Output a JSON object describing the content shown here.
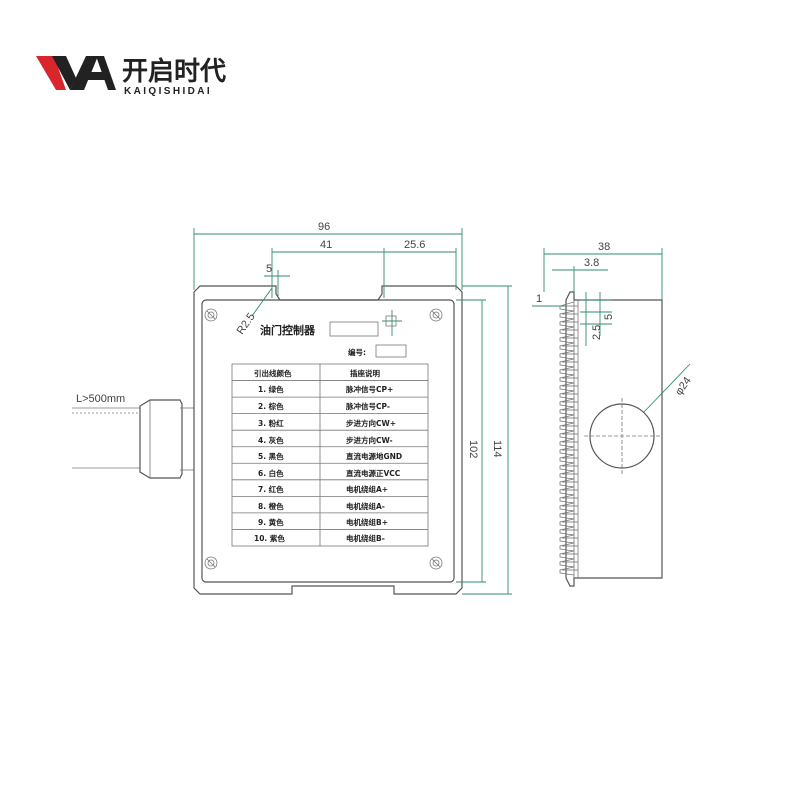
{
  "logo": {
    "name_cn": "开启时代",
    "name_en": "KAIQISHIDAI",
    "accent_color": "#d9262c",
    "dark_color": "#222222"
  },
  "front_view": {
    "title": "油门控制器",
    "number_label": "编号:",
    "cable_label": "L>500mm",
    "corner_radius_label": "R2.5",
    "dimensions": {
      "width": "96",
      "offset_41": "41",
      "offset_25_6": "25.6",
      "offset_5": "5",
      "height_inner": "102",
      "height_outer": "114"
    },
    "table": {
      "headers": [
        "引出线颜色",
        "插座说明"
      ],
      "rows": [
        [
          "1. 绿色",
          "脉冲信号CP+"
        ],
        [
          "2. 棕色",
          "脉冲信号CP-"
        ],
        [
          "3. 粉红",
          "步进方向CW+"
        ],
        [
          "4. 灰色",
          "步进方向CW-"
        ],
        [
          "5. 黑色",
          "直流电源地GND"
        ],
        [
          "6. 白色",
          "直流电源正VCC"
        ],
        [
          "7. 红色",
          "电机绕组A+"
        ],
        [
          "8. 橙色",
          "电机绕组A-"
        ],
        [
          "9. 黄色",
          "电机绕组B+"
        ],
        [
          "10. 紫色",
          "电机绕组B-"
        ]
      ]
    }
  },
  "side_view": {
    "dimensions": {
      "width": "38",
      "offset_3_8": "3.8",
      "offset_1": "1",
      "offset_2_5": "2.5",
      "offset_5": "5",
      "diameter": "φ24"
    }
  }
}
